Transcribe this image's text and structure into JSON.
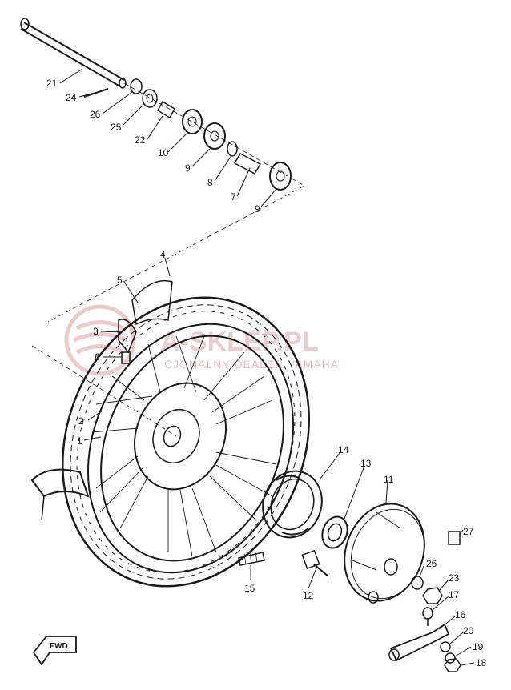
{
  "watermark": {
    "title": "A-SKLEP.PL",
    "subtitle": "CJONALNY DEALER YAMAHA"
  },
  "fwd_label": "FWD",
  "part_labels": {
    "p1": "1",
    "p2": "2",
    "p3": "3",
    "p4": "4",
    "p5": "5",
    "p6": "6",
    "p7": "7",
    "p8": "8",
    "p9a": "9",
    "p9b": "9",
    "p10": "10",
    "p11": "11",
    "p12": "12",
    "p13": "13",
    "p14": "14",
    "p15": "15",
    "p16": "16",
    "p17": "17",
    "p18": "18",
    "p19": "19",
    "p20": "20",
    "p21": "21",
    "p22": "22",
    "p23": "23",
    "p24": "24",
    "p25": "25",
    "p26a": "26",
    "p26b": "26",
    "p27": "27"
  }
}
